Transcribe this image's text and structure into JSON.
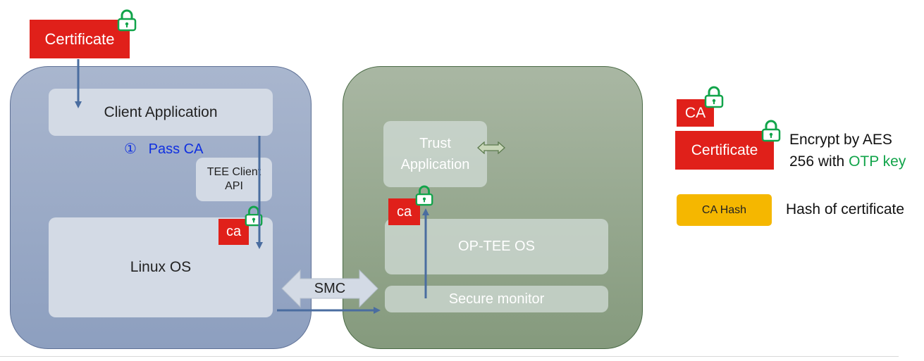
{
  "certificate_top": {
    "label": "Certificate"
  },
  "client_app": {
    "label": "Client Application"
  },
  "pass_ca": {
    "number": "①",
    "label": "Pass CA"
  },
  "tee_client_api": {
    "line1": "TEE Client",
    "line2": "API"
  },
  "linux_os": {
    "label": "Linux OS",
    "ca_tag": "ca"
  },
  "smc": {
    "label": "SMC"
  },
  "trust_app": {
    "line1": "Trust",
    "line2": "Application"
  },
  "optee": {
    "label": "OP-TEE OS",
    "ca_tag": "ca"
  },
  "secure_monitor": {
    "label": "Secure monitor"
  },
  "legend": {
    "ca_label": "CA",
    "certificate_label": "Certificate",
    "encrypt_line1": "Encrypt by AES",
    "encrypt_line2_prefix": "256 with ",
    "encrypt_line2_highlight": "OTP key",
    "ca_hash_label": "CA Hash",
    "hash_desc": "Hash of certificate"
  },
  "colors": {
    "red": "#e0201a",
    "lock_green": "#11a44a",
    "arrow_blue": "#4a6da0",
    "hash_yellow": "#f5b700",
    "otp_green": "#11a44a",
    "pass_ca_blue": "#1030e0"
  },
  "icons": [
    "lock-icon",
    "double-arrow-icon",
    "arrow-icon"
  ]
}
